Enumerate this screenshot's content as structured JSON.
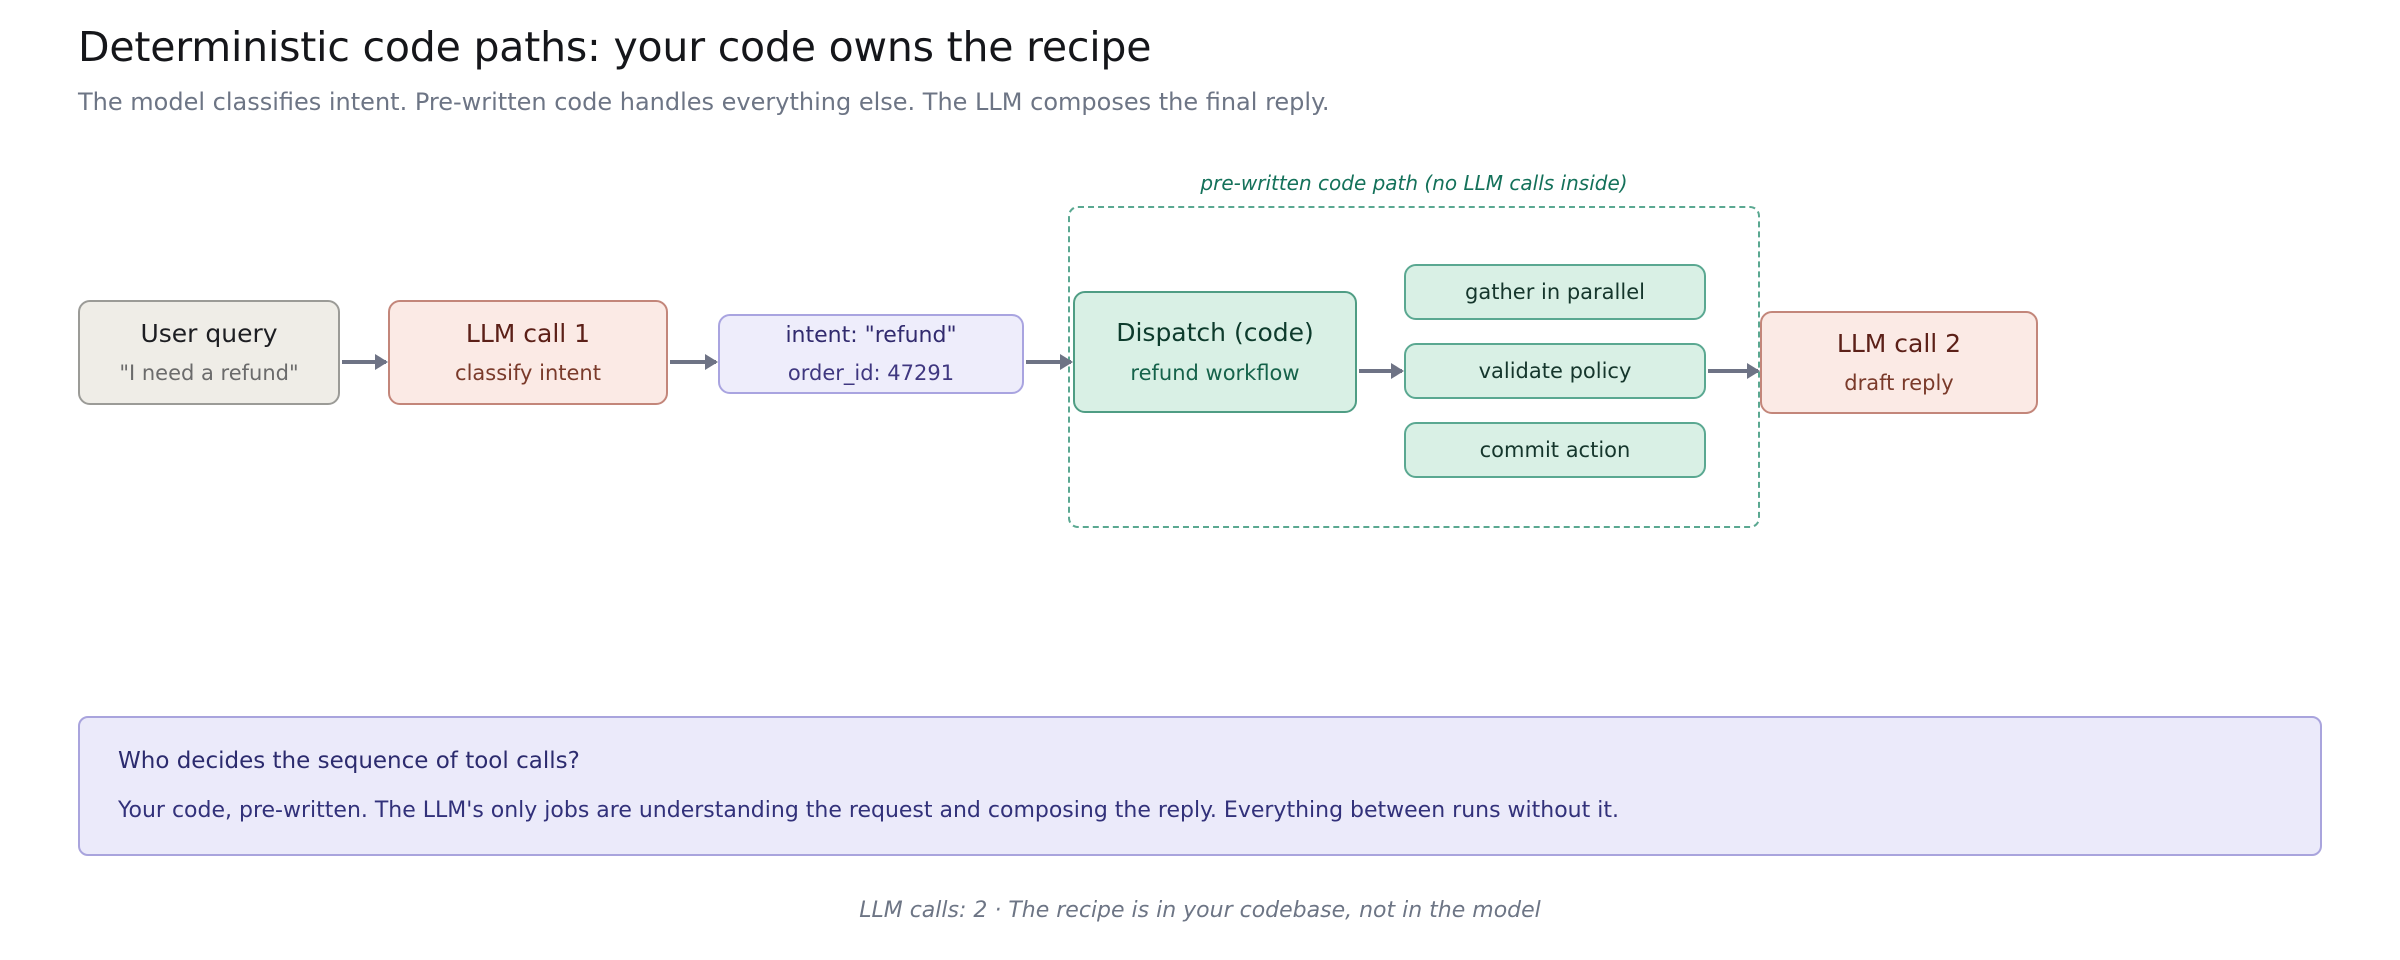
{
  "header": {
    "title": "Deterministic code paths: your code owns the recipe",
    "subtitle": "The model classifies intent. Pre-written code handles everything else. The LLM composes the final reply."
  },
  "diagram": {
    "group": {
      "label": "pre-written code path (no LLM calls inside)",
      "border_color": "#5aa891",
      "label_color": "#14715a",
      "style": "dashed"
    },
    "nodes": [
      {
        "id": "user-query",
        "title": "User query",
        "subtitle": "\"I need a refund\"",
        "kind": "input",
        "fill": "#efede7",
        "border": "#9b9b97"
      },
      {
        "id": "llm-call-1",
        "title": "LLM call 1",
        "subtitle": "classify intent",
        "kind": "llm",
        "fill": "#fbeae5",
        "border": "#c3867a"
      },
      {
        "id": "intent",
        "title": "intent: \"refund\"",
        "subtitle": "order_id: 47291",
        "kind": "data",
        "fill": "#eeedfb",
        "border": "#a9a4e0"
      },
      {
        "id": "dispatch",
        "title": "Dispatch (code)",
        "subtitle": "refund workflow",
        "kind": "code",
        "fill": "#d9f0e5",
        "border": "#4f9d84"
      },
      {
        "id": "llm-call-2",
        "title": "LLM call 2",
        "subtitle": "draft reply",
        "kind": "llm",
        "fill": "#fbeae5",
        "border": "#c3867a"
      }
    ],
    "steps": [
      {
        "id": "gather",
        "label": "gather in parallel"
      },
      {
        "id": "validate",
        "label": "validate policy"
      },
      {
        "id": "commit",
        "label": "commit action"
      }
    ],
    "connector_color": "#6e7385"
  },
  "callout": {
    "question": "Who decides the sequence of tool calls?",
    "answer": "Your code, pre-written. The LLM's only jobs are understanding the request and composing the reply. Everything between runs without it.",
    "fill": "#ebeafa",
    "border": "#a9a4dd"
  },
  "footer": {
    "text": "LLM calls: 2 · The recipe is in your codebase, not in the model",
    "llm_calls": 2
  }
}
